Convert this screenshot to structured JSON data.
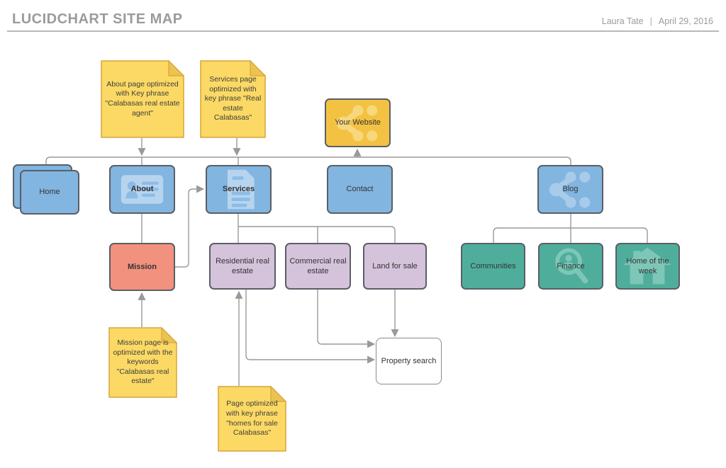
{
  "header": {
    "title": "LUCIDCHART SITE MAP",
    "author": "Laura Tate",
    "separator": "|",
    "date": "April 29, 2016"
  },
  "notes": {
    "about": {
      "text": "About page optimized with Key phrase \"Calabasas real estate agent\""
    },
    "services": {
      "text": "Services page optimized with key phrase \"Real estate Calabasas\""
    },
    "mission": {
      "text": "Mission page is optimized with the keywords \"Calabasas real estate\""
    },
    "residential": {
      "text": "Page optimized with key phrase \"homes for sale Calabasas\""
    }
  },
  "nodes": {
    "your_website": {
      "label": "Your Website"
    },
    "home": {
      "label": "Home"
    },
    "about": {
      "label": "About"
    },
    "services": {
      "label": "Services"
    },
    "contact": {
      "label": "Contact"
    },
    "blog": {
      "label": "Blog"
    },
    "mission": {
      "label": "Mission"
    },
    "residential": {
      "label": "Residential real estate"
    },
    "commercial": {
      "label": "Commercial real estate"
    },
    "land": {
      "label": "Land for sale"
    },
    "communities": {
      "label": "Communities"
    },
    "finance": {
      "label": "Finance"
    },
    "home_week": {
      "label": "Home of the week"
    },
    "property_search": {
      "label": "Property search"
    }
  },
  "palette": {
    "page_blue": "#82b5e0",
    "page_blue_icon": "#a9cbea",
    "website_orange": "#f4c242",
    "website_icon": "#f7d87e",
    "sticky_yellow": "#fbd964",
    "sticky_fold": "#eac44f",
    "sticky_border": "#d9a43c",
    "mission_salmon": "#f2917e",
    "listing_purple": "#d5c3db",
    "blog_green": "#4fae9b",
    "blog_green_icon": "#7ec6b7",
    "connector_gray": "#999999",
    "header_gray": "#9b9b9b"
  }
}
